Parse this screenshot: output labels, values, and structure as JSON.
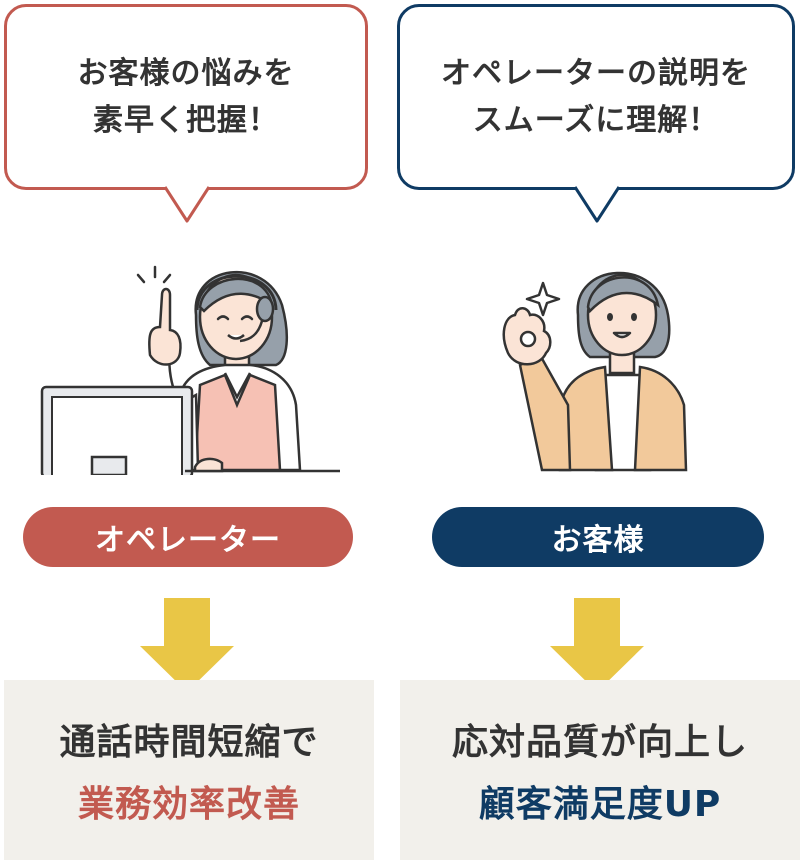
{
  "colors": {
    "operator_red": "#c25a50",
    "customer_navy": "#0f3b64",
    "arrow_yellow": "#e9c646",
    "box_beige": "#f2f0eb",
    "text_dark": "#333333"
  },
  "left": {
    "bubble_line1": "お客様の悩みを",
    "bubble_line2": "素早く把握！",
    "illustration_icon": "operator-with-headset-icon",
    "label": "オペレーター",
    "result_line1": "通話時間短縮で",
    "result_line2": "業務効率改善"
  },
  "right": {
    "bubble_line1": "オペレーターの説明を",
    "bubble_line2": "スムーズに理解！",
    "illustration_icon": "customer-ok-gesture-icon",
    "label": "お客様",
    "result_line1": "応対品質が向上し",
    "result_line2": "顧客満足度UP"
  }
}
